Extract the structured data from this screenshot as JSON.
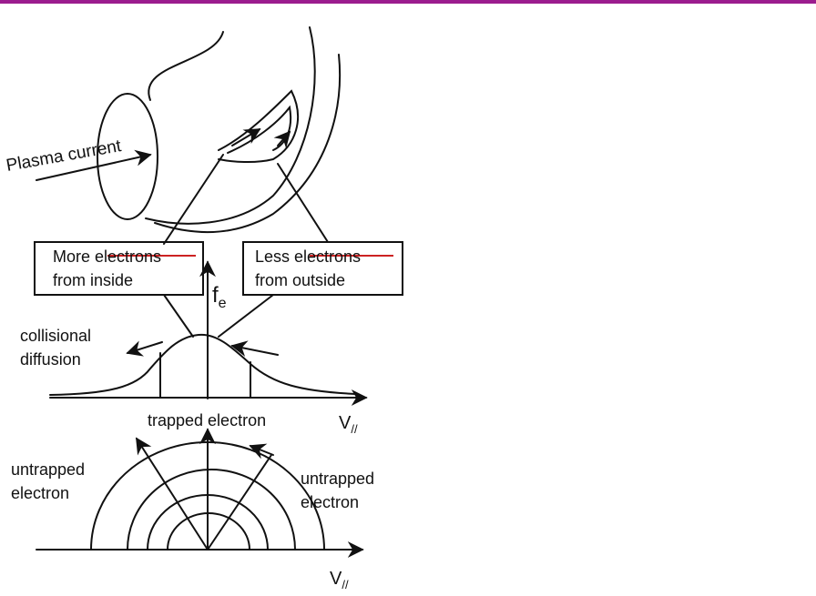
{
  "colors": {
    "top_bar": "#9b1c8e",
    "ink": "#111111",
    "strike": "#cc2222"
  },
  "labels": {
    "plasma_current": "Plasma current",
    "box_left_line1": "More electrons",
    "box_left_line2": "from inside",
    "box_right_line1": "Less electrons",
    "box_right_line2": "from outside",
    "fe_symbol": "f",
    "fe_subscript": "e",
    "collisional_line1": "collisional",
    "collisional_line2": "diffusion",
    "trapped_electron": "trapped electron",
    "v_parallel_upper": "V",
    "v_parallel_lower": "V",
    "parallel_subscript": "//",
    "untrapped_left_line1": "untrapped",
    "untrapped_left_line2": "electron",
    "untrapped_right_line1": "untrapped",
    "untrapped_right_line2": "electron"
  }
}
